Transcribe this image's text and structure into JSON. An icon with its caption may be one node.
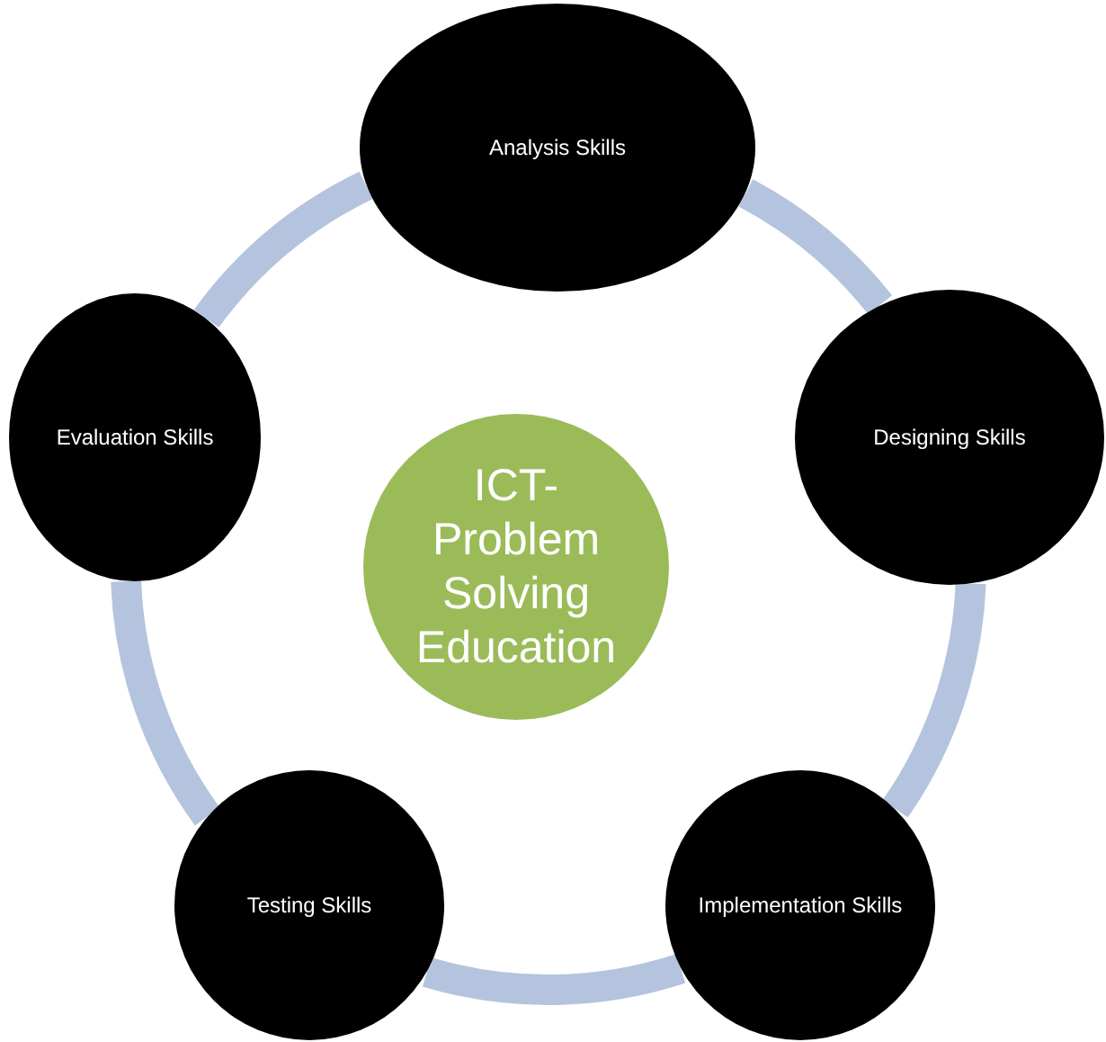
{
  "diagram": {
    "nodes": [
      {
        "text": [
          "Analysis Skills"
        ]
      },
      {
        "text": [
          "Designing Skills"
        ]
      },
      {
        "text": [
          "Implementation Skills"
        ]
      },
      {
        "text": [
          "Testing Skills"
        ]
      },
      {
        "text": [
          "Evaluation Skills"
        ]
      },
      {
        "text": [
          "ICT-Problem Solving Education"
        ]
      }
    ],
    "edges": [
      {
        "from": 0,
        "to": 1,
        "arrow": "none"
      },
      {
        "from": 1,
        "to": 2,
        "arrow": "none"
      },
      {
        "from": 2,
        "to": 3,
        "arrow": "none"
      },
      {
        "from": 3,
        "to": 4,
        "arrow": "none"
      },
      {
        "from": 4,
        "to": 0,
        "arrow": "none"
      }
    ]
  }
}
